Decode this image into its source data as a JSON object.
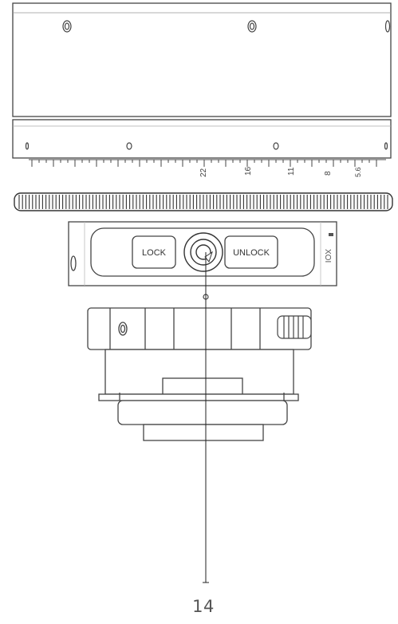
{
  "diagram": {
    "labels": {
      "lock": "LOCK",
      "unlock": "UNLOCK"
    },
    "scale_marks": [
      "22",
      "16",
      "11",
      "8",
      "5.6"
    ],
    "callout": "14"
  }
}
